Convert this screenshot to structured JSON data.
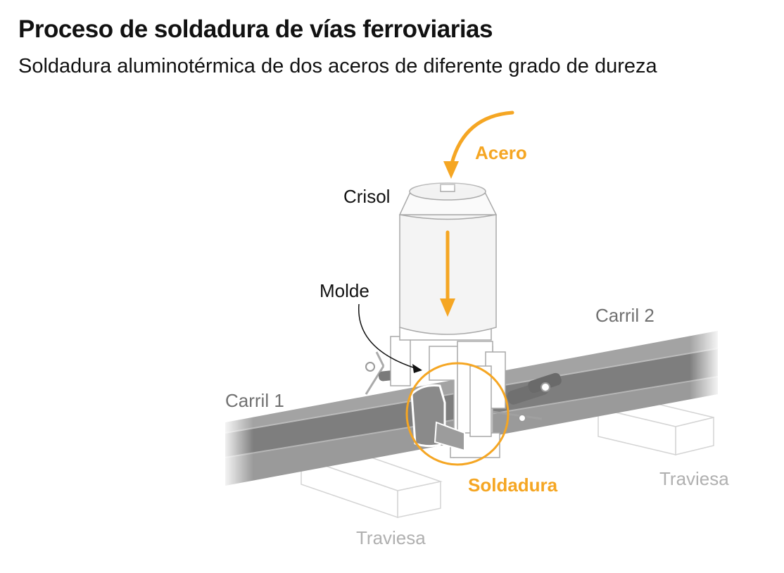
{
  "header": {
    "title": "Proceso de soldadura de vías ferroviarias",
    "subtitle": "Soldadura aluminotérmica de dos aceros de diferente grado de dureza"
  },
  "labels": {
    "acero": "Acero",
    "crisol": "Crisol",
    "molde": "Molde",
    "carril_1": "Carril 1",
    "carril_2": "Carril 2",
    "soldadura": "Soldadura",
    "traviesa_left": "Traviesa",
    "traviesa_right": "Traviesa"
  },
  "colors": {
    "accent": "#f5a623",
    "label": "#111111",
    "rail_label": "#707070",
    "traviesa_label": "#b0b0b0",
    "rail": "#8a8a8a",
    "rail_dark": "#6e6e6e"
  },
  "icons": [
    "acero-curved-arrow-icon",
    "pour-arrow-icon",
    "molde-pointer-icon",
    "soldadura-circle-icon"
  ]
}
